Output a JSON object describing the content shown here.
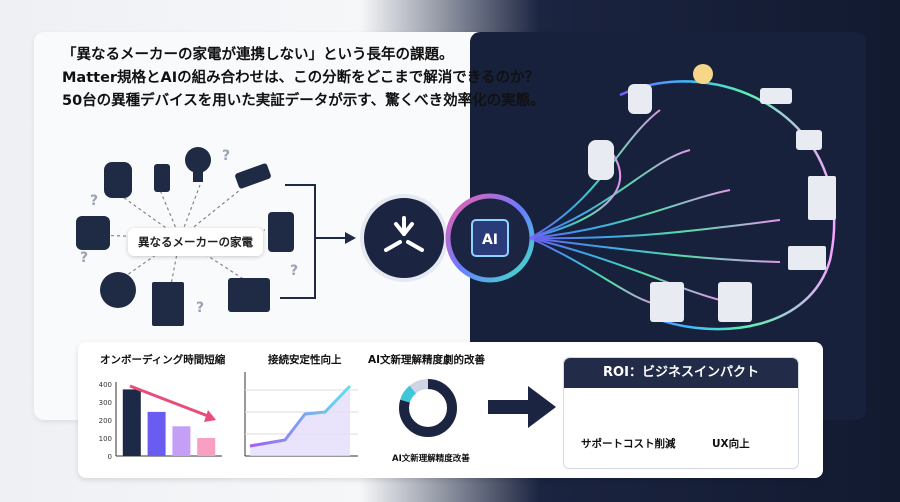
{
  "headline": {
    "line1": "「異なるメーカーの家電が連携しない」という長年の課題。",
    "line2": "Matter規格とAIの組み合わせは、この分断をどこまで解消できるのか？",
    "line3": "50台の異種デバイスを用いた実証データが示す、驚くべき効率化の実態。"
  },
  "center_label": "異なるメーカーの家電",
  "hub": {
    "ai_label": "AI"
  },
  "metrics": {
    "onboarding_title": "オンボーディング時間短縮",
    "stability_title": "接続安定性向上",
    "ai_title": "AI文新理解精度劇的改善",
    "ai_caption": "AI文新理解精度改善"
  },
  "chart_data": {
    "type": "bar",
    "categories": [
      "",
      "",
      "",
      ""
    ],
    "values": [
      370,
      245,
      165,
      100
    ],
    "ylim": [
      0,
      400
    ],
    "yticks": [
      0,
      100,
      200,
      300,
      400
    ],
    "title": "オンボーディング時間短縮"
  },
  "roi": {
    "title": "ROI：ビジネスインパクト",
    "item1": "サポートコスト削減",
    "item2": "UX向上"
  },
  "colors": {
    "navy": "#1b2440",
    "bar1": "#1c2947",
    "bar2": "#6a5cf0",
    "bar3": "#c59ef6",
    "bar4": "#f7a0c2"
  }
}
